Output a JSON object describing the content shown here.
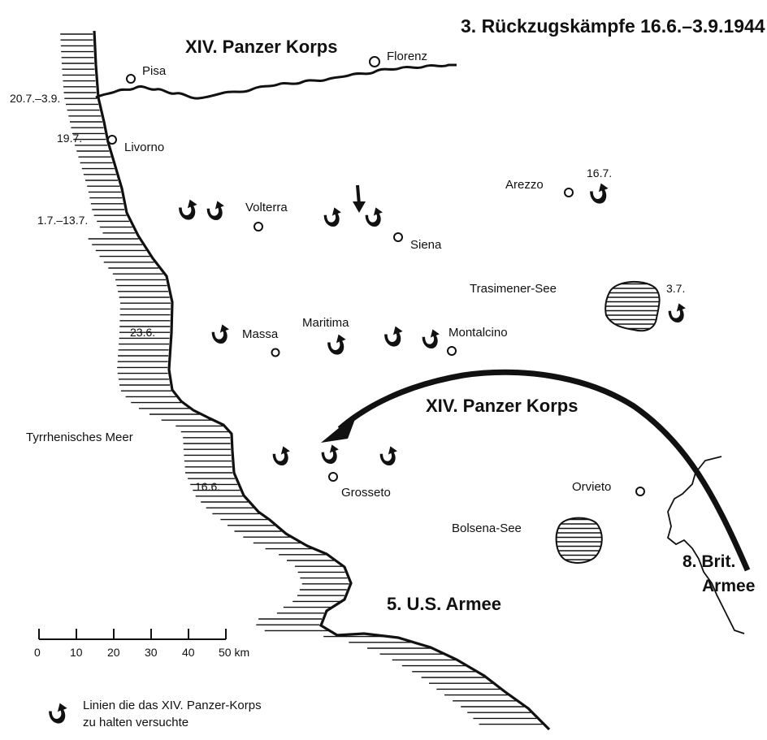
{
  "title": "3. Rückzugskämpfe 16.6.–3.9.1944",
  "corps_north": "XIV. Panzer Korps",
  "corps_route": "XIV. Panzer Korps",
  "army_us": "5. U.S. Armee",
  "army_brit_line1": "8. Brit.",
  "army_brit_line2": "Armee",
  "sea": "Tyrrhenisches Meer",
  "cities": {
    "pisa": "Pisa",
    "florenz": "Florenz",
    "livorno": "Livorno",
    "volterra": "Volterra",
    "siena": "Siena",
    "arezzo": "Arezzo",
    "massa": "Massa",
    "maritima": "Maritima",
    "montalcino": "Montalcino",
    "grosseto": "Grosseto",
    "orvieto": "Orvieto"
  },
  "lakes": {
    "trasimeno": "Trasimener-See",
    "bolsena": "Bolsena-See"
  },
  "dates": {
    "d1": "20.7.–3.9.",
    "d2": "19.7.",
    "d3": "1.7.–13.7.",
    "d4": "23.6.",
    "d5": "16.6.",
    "d6": "16.7.",
    "d7": "3.7."
  },
  "scale": {
    "ticks": [
      "0",
      "10",
      "20",
      "30",
      "40",
      "50 km"
    ]
  },
  "legend": {
    "line1": "Linien die das XIV. Panzer-Korps",
    "line2": "zu halten versuchte"
  },
  "icons": {
    "defense_line": "curved-arrow-icon",
    "city": "circle-icon"
  },
  "colors": {
    "ink": "#111111",
    "background": "#ffffff"
  }
}
